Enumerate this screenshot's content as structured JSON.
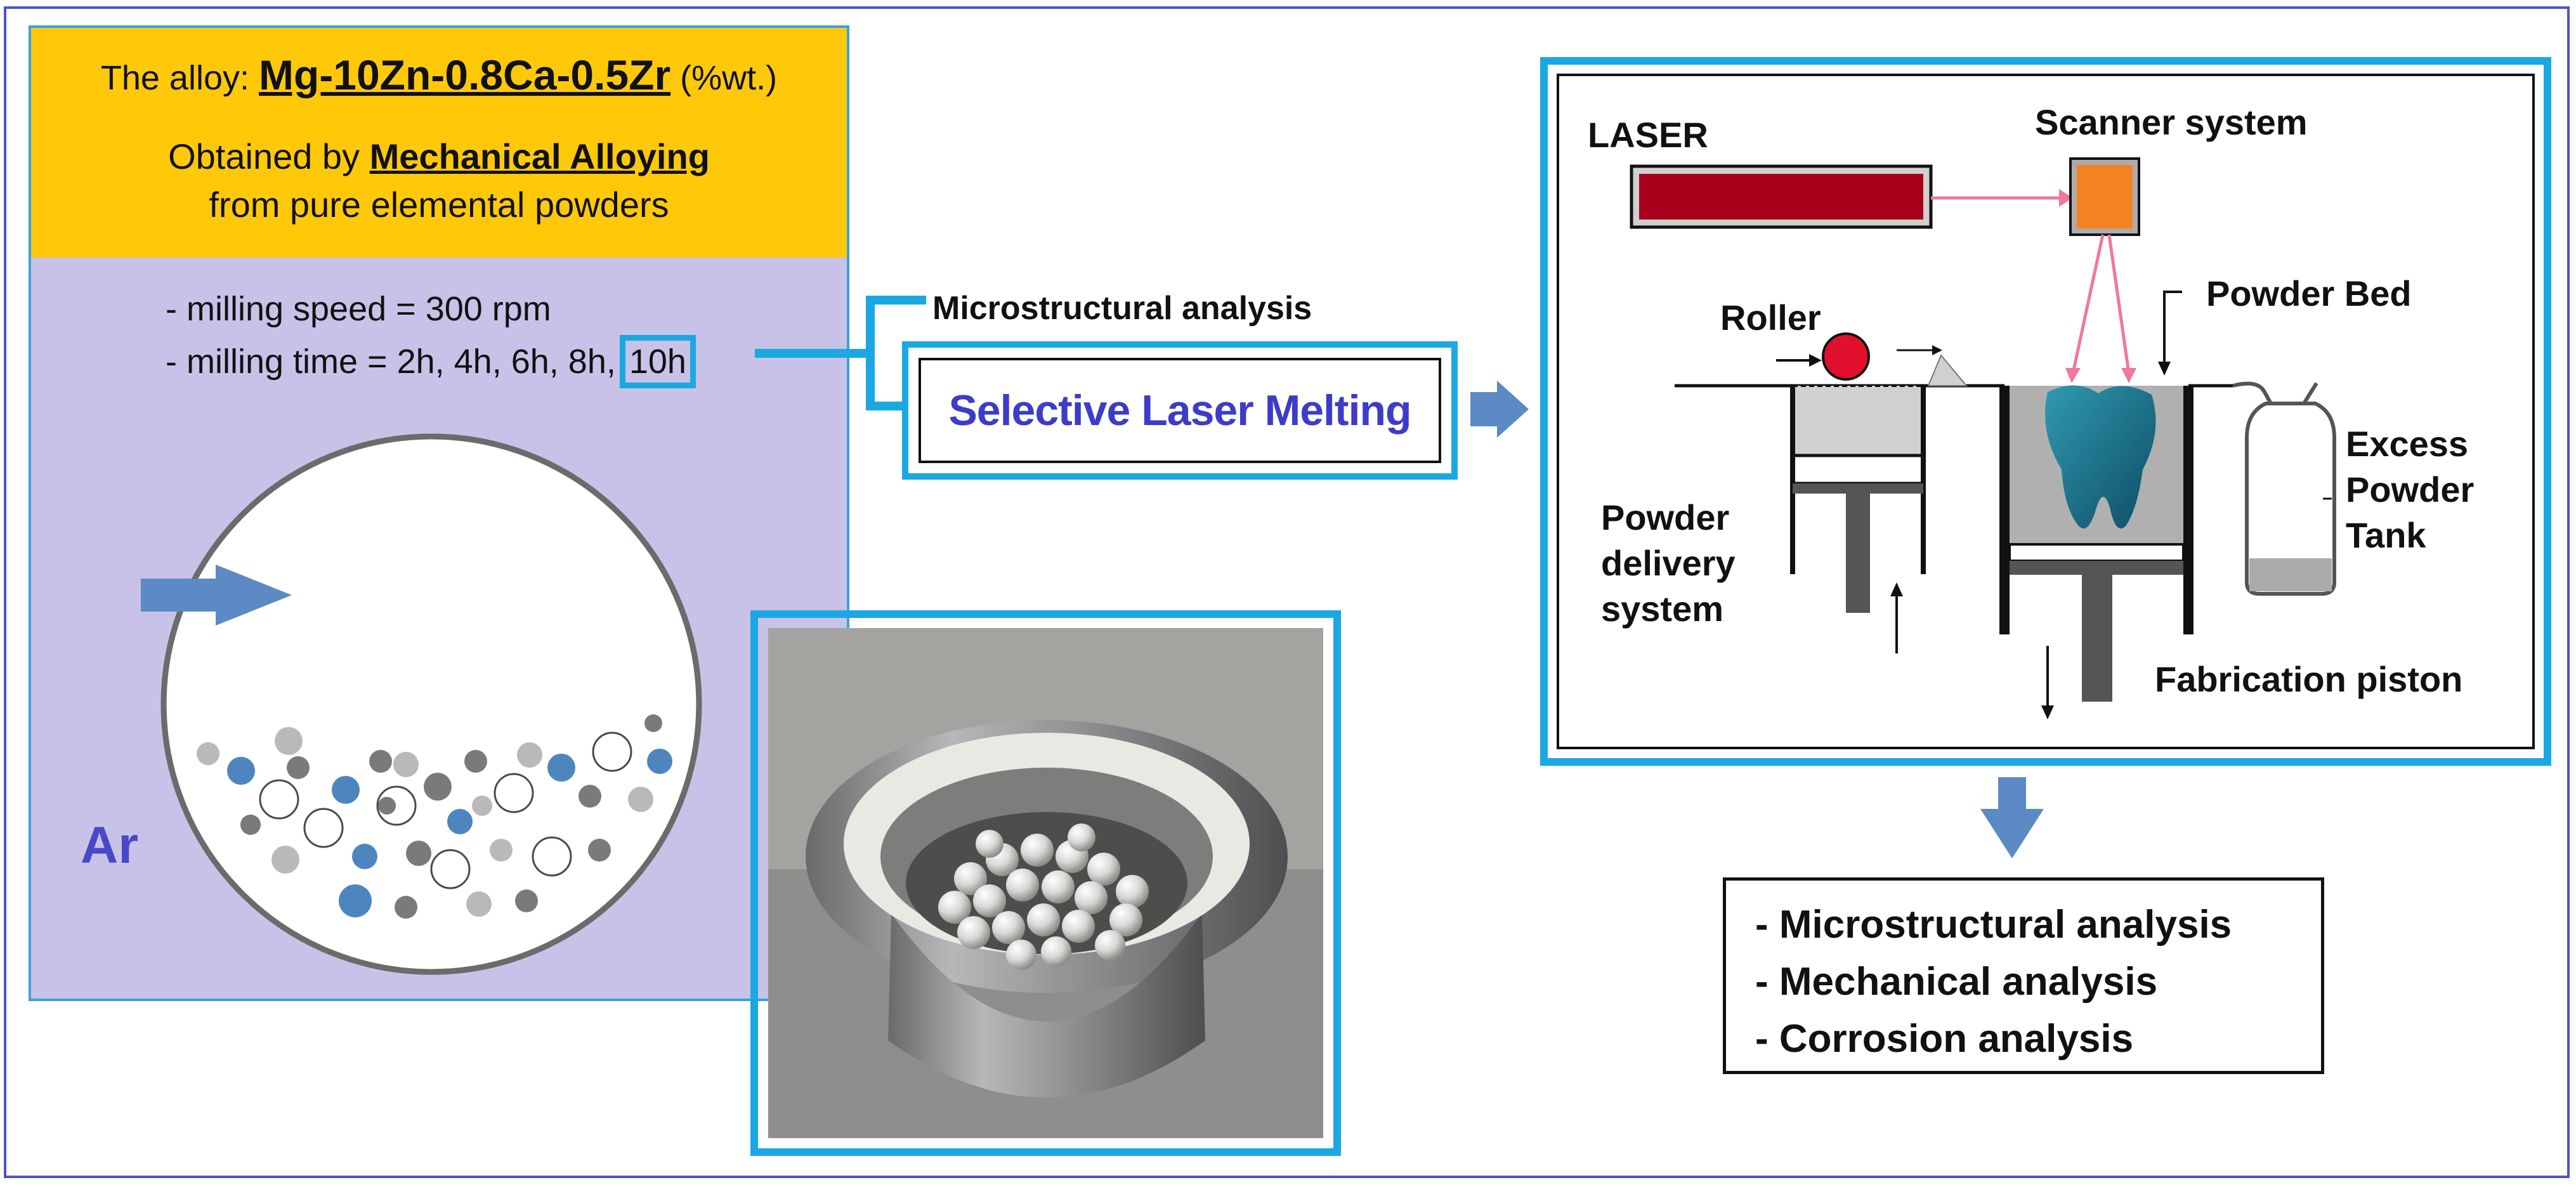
{
  "alloy": {
    "prefix": "The alloy: ",
    "name": "Mg-10Zn-0.8Ca-0.5Zr",
    "unit": "(%wt.)",
    "method_prefix": "Obtained by ",
    "method": "Mechanical Alloying",
    "source": "from pure elemental powders"
  },
  "milling": {
    "speed": "- milling speed = 300 rpm",
    "time": "- milling time = 2h, 4h, 6h, 8h,",
    "time_highlight": "10h",
    "gas": "Ar"
  },
  "process": {
    "analysis_top": "Microstructural analysis",
    "slm": "Selective Laser Melting"
  },
  "slm_schematic": {
    "laser": "LASER",
    "scanner": "Scanner system",
    "roller": "Roller",
    "powder_bed": "Powder Bed",
    "excess_tank": [
      "Excess",
      "Powder",
      "Tank"
    ],
    "delivery": [
      "Powder",
      "delivery",
      "system"
    ],
    "fabrication": "Fabrication piston"
  },
  "results": [
    "- Microstructural analysis",
    "- Mechanical analysis",
    "- Corrosion analysis"
  ],
  "colors": {
    "frame": "#4a55c8",
    "accent_blue": "#1ba8e2",
    "alloy_bg": "#ffc90a",
    "mill_bg": "#c9c2e8",
    "arrow": "#5b8ac4",
    "laser": "#a8001c",
    "scanner": "#f58220"
  }
}
